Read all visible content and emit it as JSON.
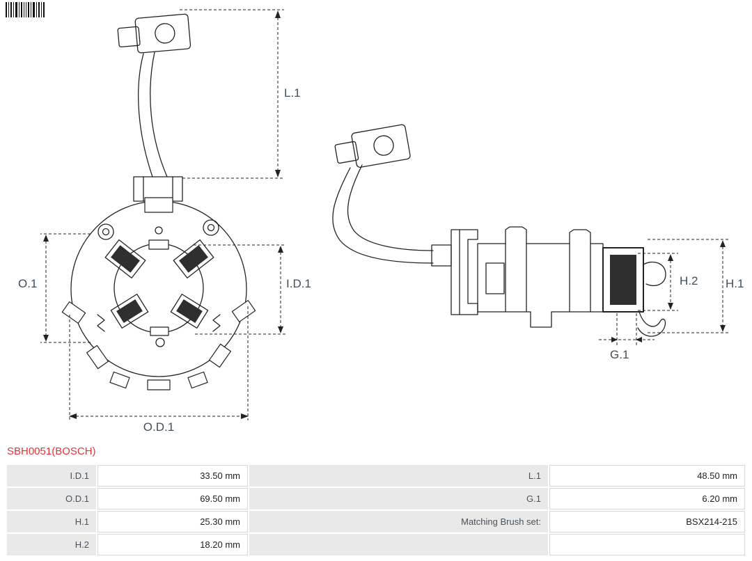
{
  "page": {
    "product_code": "SBH0051(BOSCH)"
  },
  "colors": {
    "product_code": "#e53238",
    "dimension_label": "#3f4e5d",
    "table_label_bg": "#e9e9e9",
    "drawing_line": "#222222"
  },
  "diagram": {
    "front_view": {
      "labels": {
        "l1": "L.1",
        "o1": "O.1",
        "id1": "I.D.1",
        "od1": "O.D.1"
      }
    },
    "side_view": {
      "labels": {
        "h2": "H.2",
        "h1": "H.1",
        "g1": "G.1"
      }
    }
  },
  "spec_table": {
    "rows": [
      {
        "label1": "I.D.1",
        "value1": "33.50 mm",
        "label2": "L.1",
        "value2": "48.50 mm"
      },
      {
        "label1": "O.D.1",
        "value1": "69.50 mm",
        "label2": "G.1",
        "value2": "6.20 mm"
      },
      {
        "label1": "H.1",
        "value1": "25.30 mm",
        "label2": "Matching Brush set:",
        "value2": "BSX214-215"
      },
      {
        "label1": "H.2",
        "value1": "18.20 mm",
        "label2": "",
        "value2": ""
      }
    ]
  }
}
